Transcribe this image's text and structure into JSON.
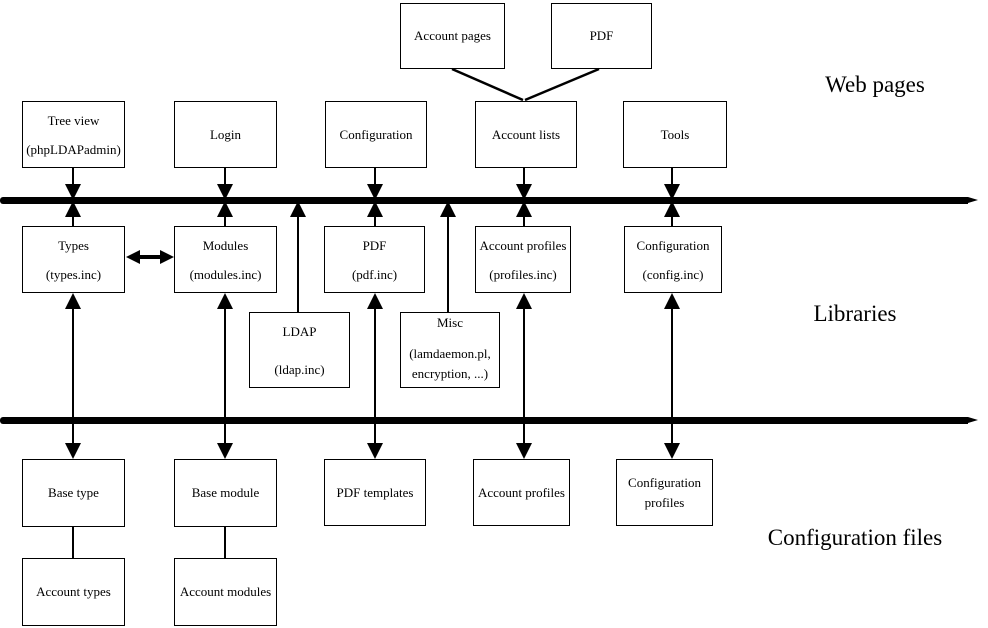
{
  "section_labels": {
    "web_pages": "Web pages",
    "libraries": "Libraries",
    "configuration_files": "Configuration files"
  },
  "boxes": {
    "account_pages": {
      "line1": "Account pages"
    },
    "pdf_page": {
      "line1": "PDF"
    },
    "tree_view": {
      "line1": "Tree view",
      "line2": "(phpLDAPadmin)"
    },
    "login": {
      "line1": "Login"
    },
    "configuration_page": {
      "line1": "Configuration"
    },
    "account_lists": {
      "line1": "Account lists"
    },
    "tools": {
      "line1": "Tools"
    },
    "types": {
      "line1": "Types",
      "line2": "(types.inc)"
    },
    "modules": {
      "line1": "Modules",
      "line2": "(modules.inc)"
    },
    "pdf_lib": {
      "line1": "PDF",
      "line2": "(pdf.inc)"
    },
    "account_profiles_lib": {
      "line1": "Account profiles",
      "line2": "(profiles.inc)"
    },
    "configuration_lib": {
      "line1": "Configuration",
      "line2": "(config.inc)"
    },
    "ldap": {
      "line1": "LDAP",
      "line2": "(ldap.inc)"
    },
    "misc": {
      "line1": "Misc",
      "line2": "(lamdaemon.pl,",
      "line3": "encryption, ...)"
    },
    "base_type": {
      "line1": "Base type"
    },
    "base_module": {
      "line1": "Base module"
    },
    "pdf_templates": {
      "line1": "PDF templates"
    },
    "account_profiles_cfg": {
      "line1": "Account profiles"
    },
    "configuration_profiles": {
      "line1": "Configuration",
      "line2": "profiles"
    },
    "account_types": {
      "line1": "Account types"
    },
    "account_modules": {
      "line1": "Account modules"
    }
  },
  "colors": {
    "line": "#000000",
    "background": "#ffffff"
  }
}
